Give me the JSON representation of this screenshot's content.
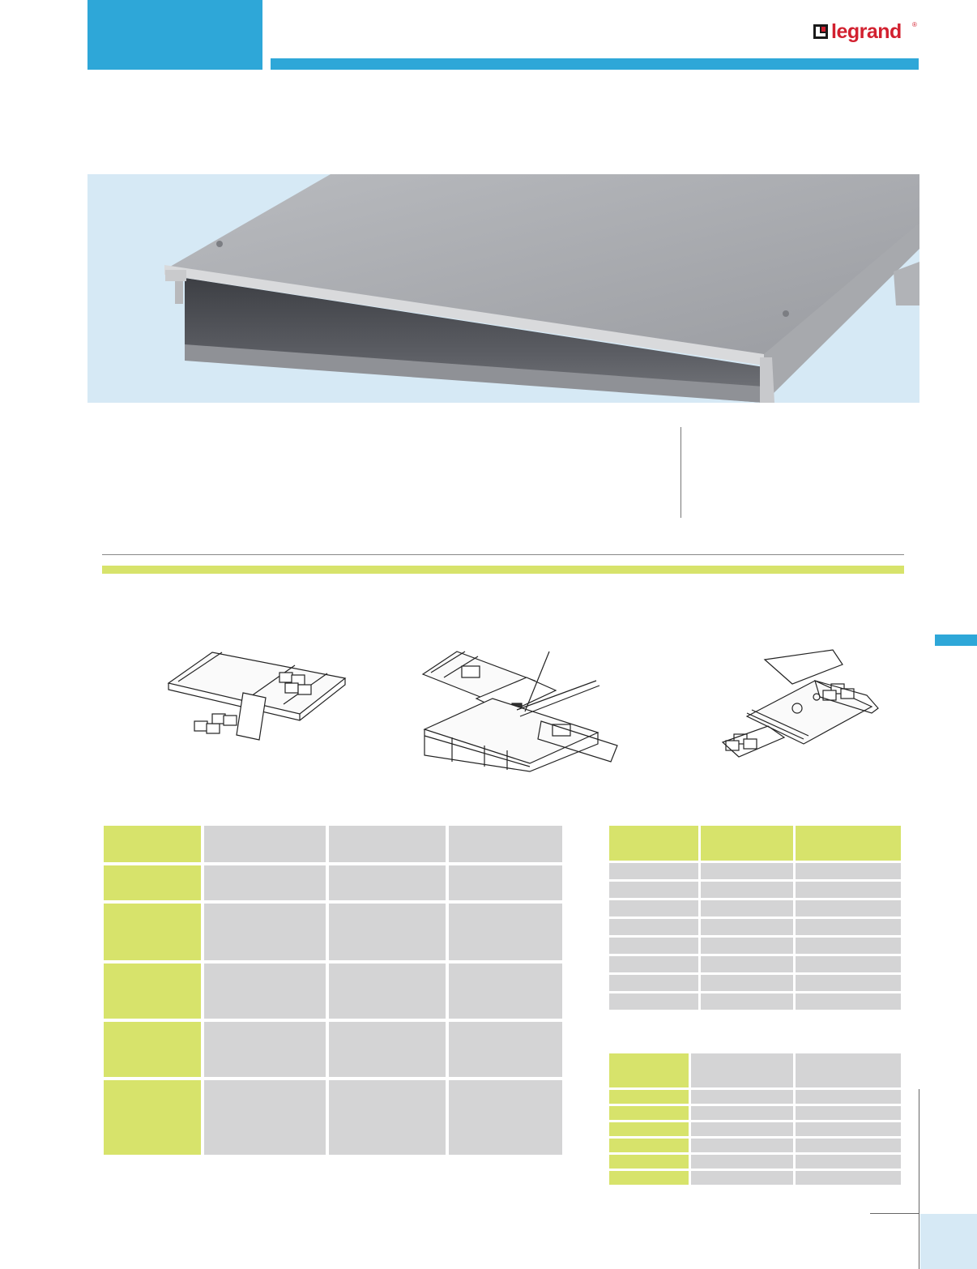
{
  "brand": {
    "name": "legrand",
    "trademark": "®",
    "color": "#d2202f"
  },
  "colors": {
    "accent_blue": "#2ea7d8",
    "accent_green": "#d7e36b",
    "cell_grey": "#d4d4d5",
    "photo_bg": "#d6e9f5"
  },
  "illustrations": [
    "straight-junction-illustration",
    "cross-junction-illustration",
    "junction-box-illustration"
  ],
  "tables": {
    "main": {
      "columns": 4,
      "header_rows": 1,
      "body_rows": 5
    },
    "right_top": {
      "columns": 3,
      "header_rows": 1,
      "body_rows": 8
    },
    "right_bottom": {
      "columns": 3,
      "header_rows": 1,
      "body_rows": 6
    }
  }
}
